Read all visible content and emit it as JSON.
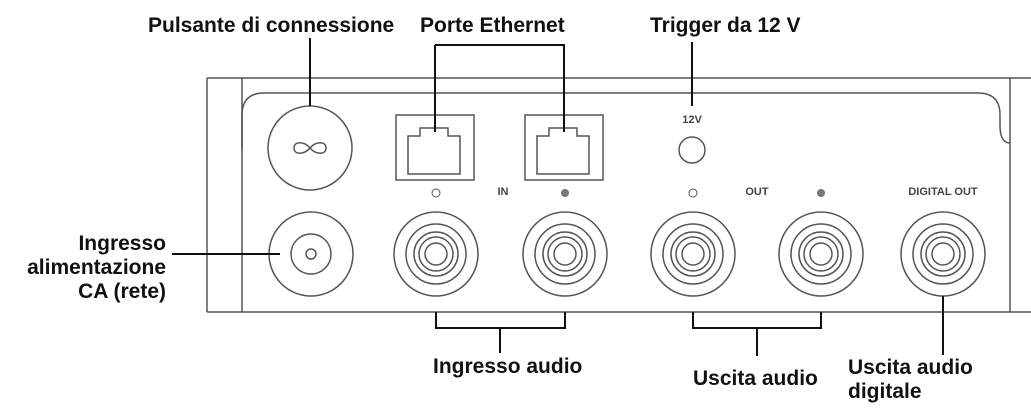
{
  "callouts": {
    "connect_button": "Pulsante di connessione",
    "ethernet_ports": "Porte Ethernet",
    "trigger_12v": "Trigger da 12 V",
    "ac_power_in": [
      "Ingresso",
      "alimentazione",
      "CA (rete)"
    ],
    "audio_in": "Ingresso audio",
    "audio_out": "Uscita audio",
    "digital_audio_out": [
      "Uscita audio",
      "digitale"
    ]
  },
  "panel_labels": {
    "trigger": "12V",
    "in": "IN",
    "out": "OUT",
    "digital_out": "DIGITAL OUT"
  },
  "icons": {
    "connect_button": "infinity-icon",
    "ethernet": "ethernet-port-icon",
    "rca": "rca-jack-icon",
    "power": "power-inlet-icon"
  },
  "colors": {
    "line": "#111111",
    "panel_stroke": "#555555",
    "label_text": "#111111"
  }
}
